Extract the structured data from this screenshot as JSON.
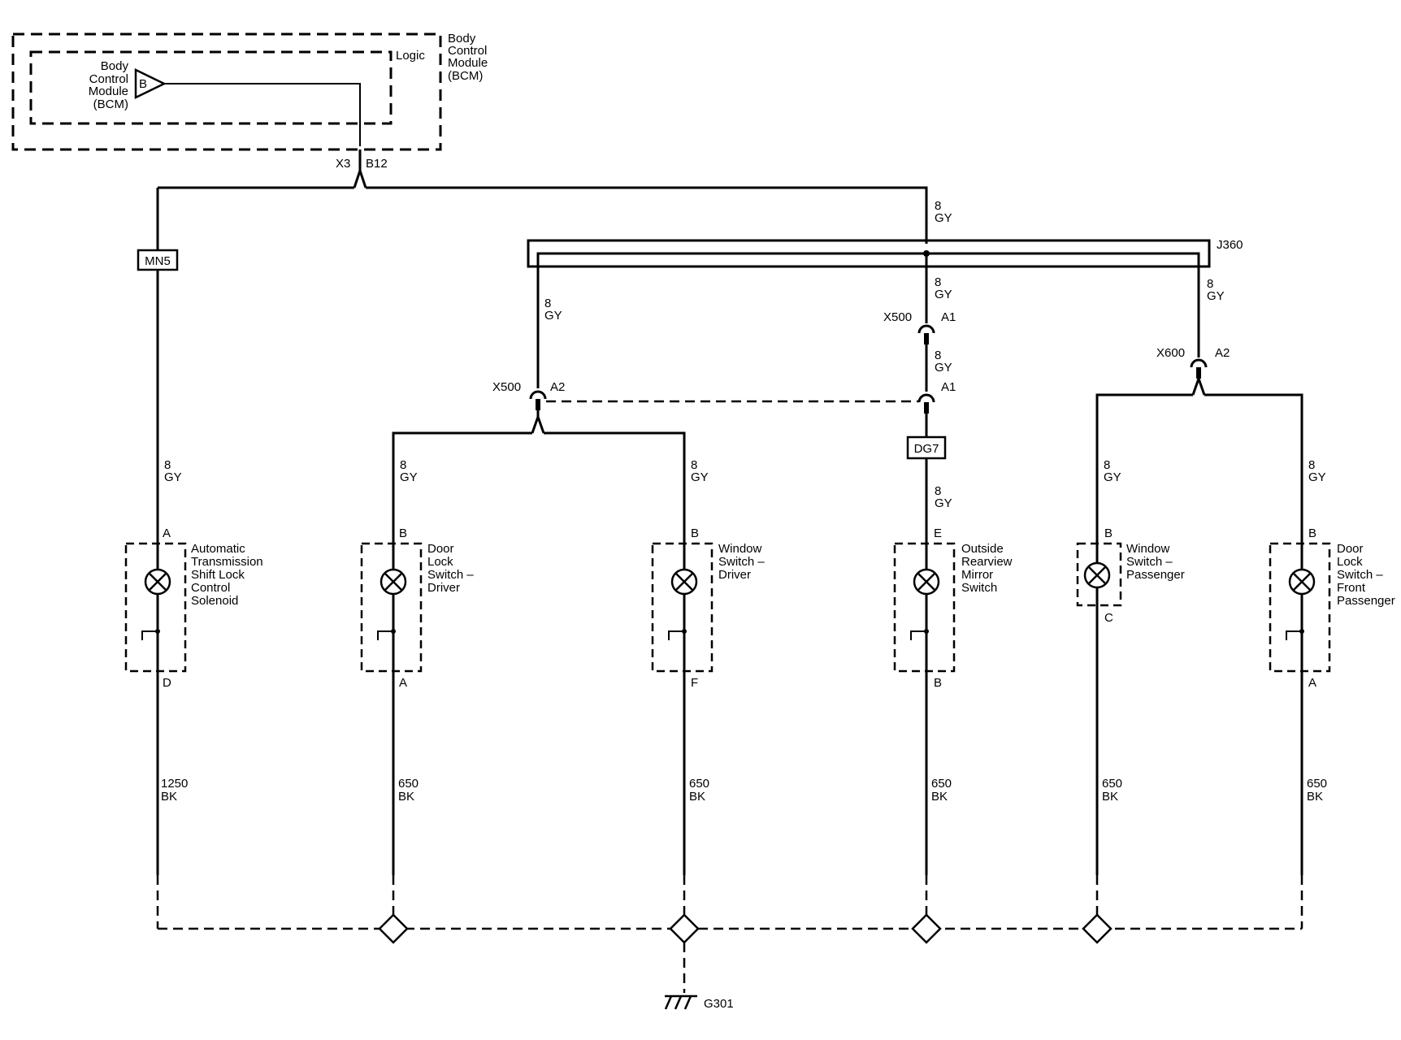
{
  "bcm": {
    "outer_label": [
      "Body",
      "Control",
      "Module",
      "(BCM)"
    ],
    "inner_label": [
      "Body",
      "Control",
      "Module",
      "(BCM)"
    ],
    "logic_label": "Logic",
    "driver_letter": "B",
    "connector": "X3",
    "pin": "B12"
  },
  "inline_boxes": {
    "mn5": "MN5",
    "dg7": "DG7"
  },
  "splice": {
    "name": "J360"
  },
  "wire_labels": {
    "gauge": "8",
    "color": "GY",
    "ground_gauge_small": "650",
    "ground_gauge_large": "1250",
    "ground_color": "BK"
  },
  "connectors": {
    "x500": "X500",
    "x600": "X600",
    "a1": "A1",
    "a2": "A2"
  },
  "components": [
    {
      "id": "shift-lock",
      "label": [
        "Automatic",
        "Transmission",
        "Shift Lock",
        "Control",
        "Solenoid"
      ],
      "pin_top": "A",
      "pin_bottom": "D"
    },
    {
      "id": "door-lock-driver",
      "label": [
        "Door",
        "Lock",
        "Switch –",
        "Driver"
      ],
      "pin_top": "B",
      "pin_bottom": "A"
    },
    {
      "id": "window-driver",
      "label": [
        "Window",
        "Switch –",
        "Driver"
      ],
      "pin_top": "B",
      "pin_bottom": "F"
    },
    {
      "id": "mirror-switch",
      "label": [
        "Outside",
        "Rearview",
        "Mirror",
        "Switch"
      ],
      "pin_top": "E",
      "pin_bottom": "B"
    },
    {
      "id": "window-passenger",
      "label": [
        "Window",
        "Switch –",
        "Passenger"
      ],
      "pin_top": "B",
      "pin_bottom": "C"
    },
    {
      "id": "door-lock-front-passenger",
      "label": [
        "Door",
        "Lock",
        "Switch –",
        "Front",
        "Passenger"
      ],
      "pin_top": "B",
      "pin_bottom": "A"
    }
  ],
  "ground": {
    "name": "G301"
  }
}
